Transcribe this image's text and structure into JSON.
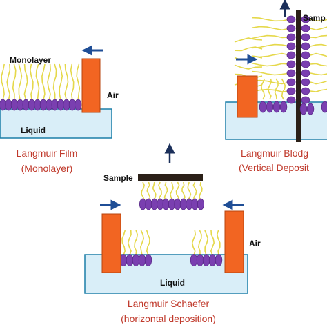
{
  "colors": {
    "water_fill": "#d9eef8",
    "water_stroke": "#1b7fa8",
    "barrier": "#f26522",
    "barrier_stroke": "#b8450f",
    "molecule_head": "#7a3fb0",
    "molecule_head_dark": "#5a2a8a",
    "tail": "#e5d84a",
    "tail_stroke": "#b8ad22",
    "caption": "#c0392b",
    "arrow_blue": "#1f4e96",
    "sample": "#2b2018",
    "text": "#111111"
  },
  "panels": {
    "film": {
      "monolayer_label": "Monolayer",
      "air_label": "Air",
      "liquid_label": "Liquid",
      "caption_line1": "Langmuir Film",
      "caption_line2": "(Monolayer)"
    },
    "blodgett": {
      "sample_label": "Samp",
      "caption_line1": "Langmuir Blodg",
      "caption_line2": "(Vertical Deposit"
    },
    "schaefer": {
      "sample_label": "Sample",
      "air_label": "Air",
      "liquid_label": "Liquid",
      "caption_line1": "Langmuir Schaefer",
      "caption_line2": "(horizontal deposition)"
    }
  },
  "icons": {
    "barrier_arrow": "left-right-arrow",
    "lift_arrow": "up-arrow"
  }
}
